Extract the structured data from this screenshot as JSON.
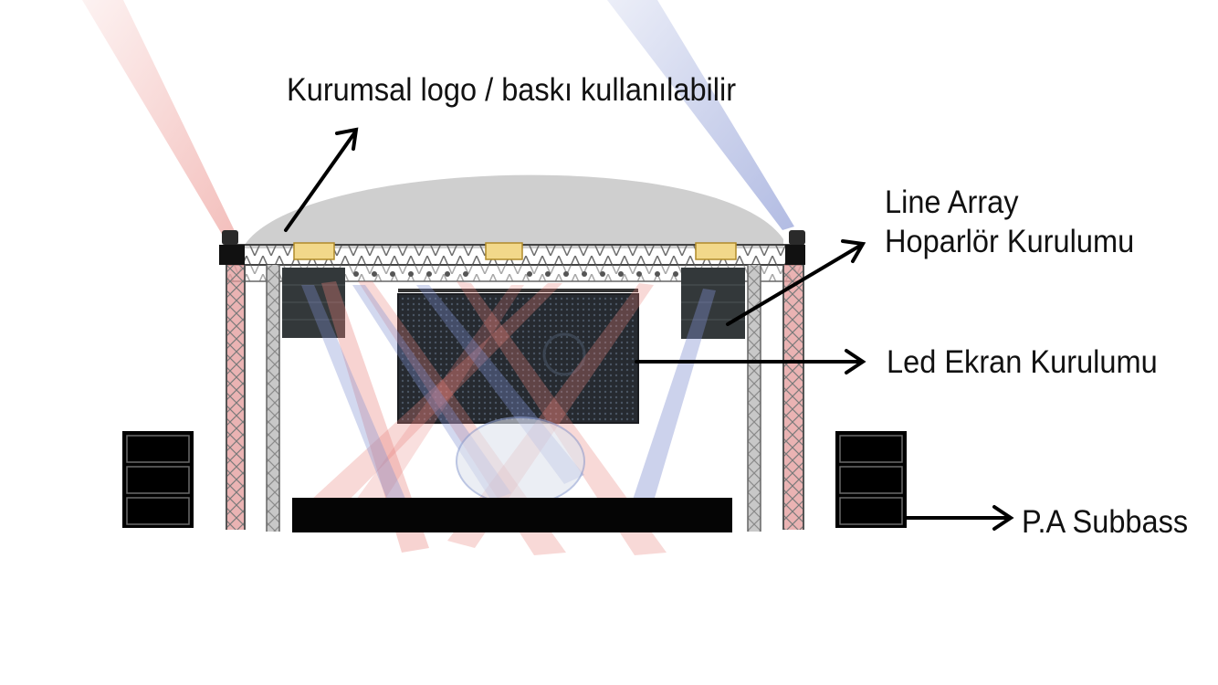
{
  "annotations": {
    "logo": "Kurumsal logo / baskı kullanılabilir",
    "line_array_line1": "Line Array",
    "line_array_line2": "Hoparlör Kurulumu",
    "led_screen": "Led Ekran Kurulumu",
    "subbass": "P.A Subbass"
  },
  "colors": {
    "roof": "#cfcfcf",
    "truss": "#b8b8b8",
    "truss_red": "#e39a9a",
    "beam_red": "#e8807a",
    "beam_blue": "#7f8fd0",
    "led_panel": "#2a2d33",
    "speaker": "#33383a",
    "stage_deck": "#050505",
    "arrow": "#000000"
  },
  "icons": {
    "moving_head": "moving-head-light-icon",
    "line_array": "line-array-speaker-icon",
    "subwoofer": "subwoofer-cabinet-icon"
  }
}
